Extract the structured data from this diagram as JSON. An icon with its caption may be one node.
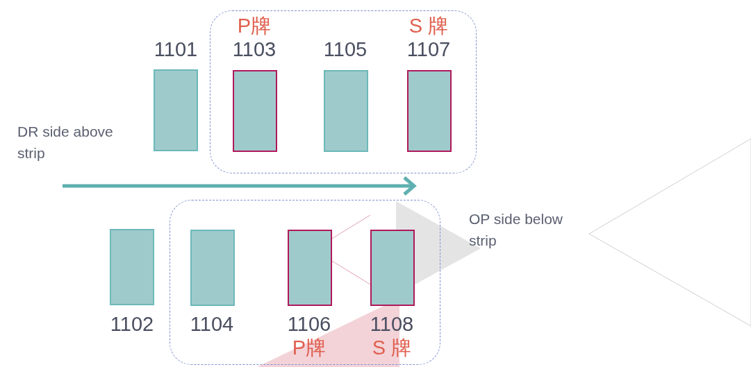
{
  "diagram": {
    "nodes": [
      {
        "text": [],
        "shape": "box",
        "beside": [
          "1101"
        ]
      },
      {
        "text": [],
        "shape": "box"
      },
      {
        "text": [],
        "shape": "box",
        "in": 1,
        "beside": [
          "P牌",
          "1103"
        ]
      },
      {
        "text": [],
        "shape": "box",
        "in": 1,
        "beside": [
          "1105"
        ]
      },
      {
        "text": [],
        "shape": "box",
        "in": 1,
        "beside": [
          "S 牌",
          "1107"
        ]
      },
      {
        "text": [],
        "shape": "box",
        "beside": [
          "1102"
        ]
      },
      {
        "text": [],
        "shape": "box"
      },
      {
        "text": [],
        "shape": "box",
        "in": 6,
        "beside": [
          "1104"
        ]
      },
      {
        "text": [],
        "shape": "box",
        "in": 6,
        "beside": [
          "1106",
          "P牌"
        ]
      },
      {
        "text": [],
        "shape": "box",
        "in": 6,
        "beside": [
          "1108",
          "S 牌"
        ]
      }
    ],
    "labels": [
      "DR side above strip",
      "OP side below strip"
    ]
  }
}
